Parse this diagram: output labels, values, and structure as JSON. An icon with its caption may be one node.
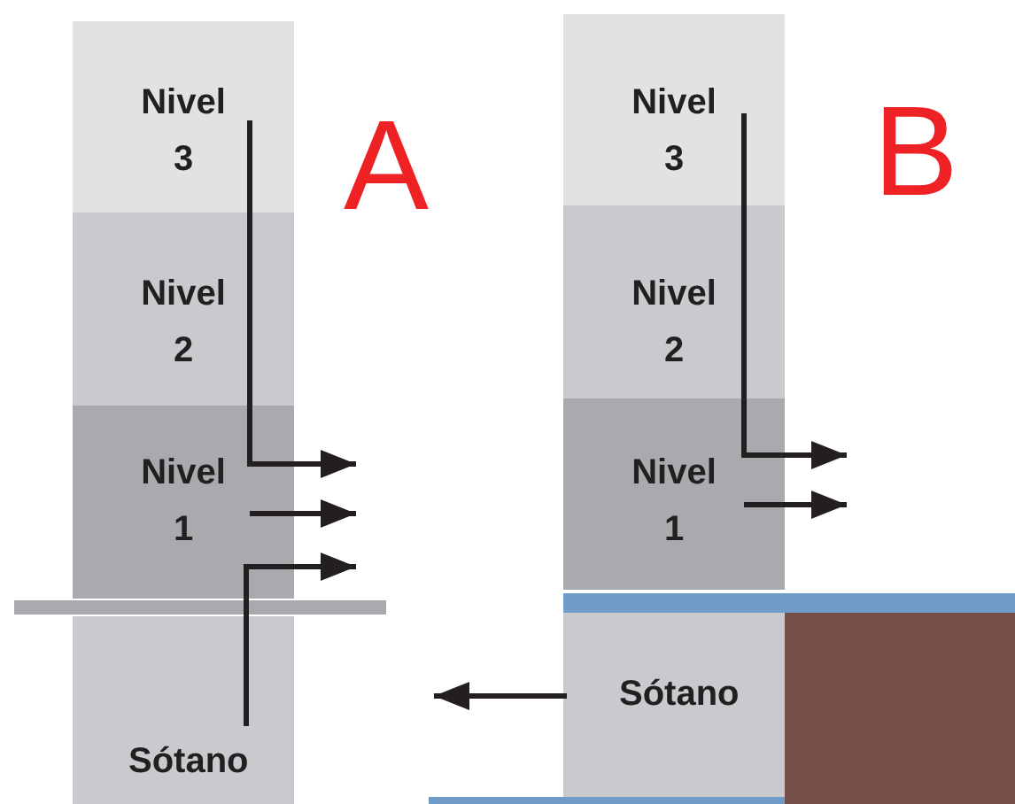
{
  "diagram": {
    "nodes": [
      {
        "text": [
          "Nivel 3"
        ]
      },
      {
        "text": [
          "Nivel 2"
        ]
      },
      {
        "text": [
          "Nivel 1"
        ]
      },
      {
        "text": [
          "Sótano"
        ]
      },
      {
        "text": [
          "Nivel 3"
        ]
      },
      {
        "text": [
          "Nivel 2"
        ]
      },
      {
        "text": [
          "Nivel 1"
        ]
      },
      {
        "text": [
          "Sótano"
        ]
      }
    ],
    "edges": [
      {
        "from": 0,
        "to": null,
        "arrow": "to"
      },
      {
        "from": 2,
        "to": null,
        "arrow": "to"
      },
      {
        "from": 3,
        "to": null,
        "arrow": "to"
      },
      {
        "from": 4,
        "to": null,
        "arrow": "to"
      },
      {
        "from": 6,
        "to": null,
        "arrow": "to"
      },
      {
        "from": 7,
        "to": null,
        "arrow": "to"
      }
    ],
    "labels": [
      "A",
      "B"
    ]
  }
}
